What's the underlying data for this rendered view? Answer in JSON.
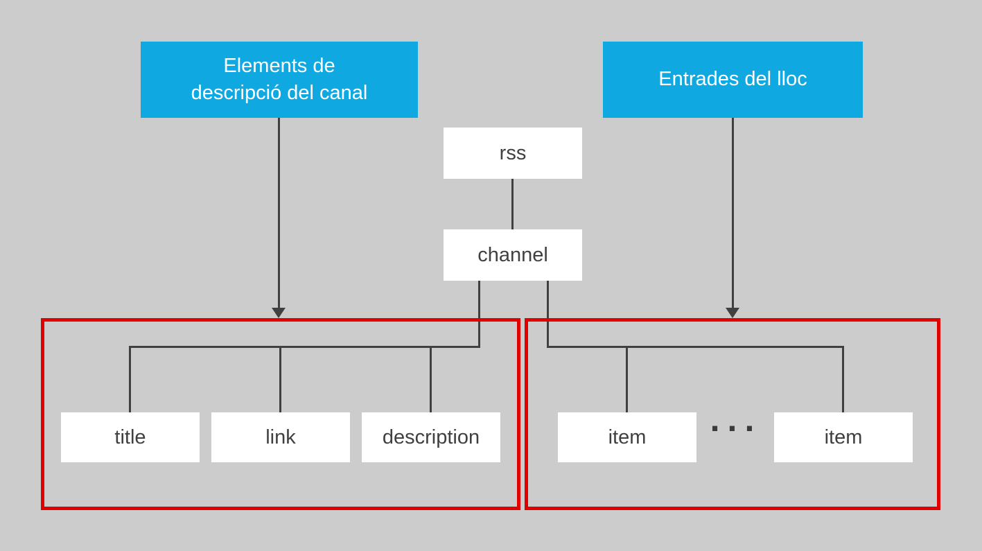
{
  "diagram_type": "tree",
  "language": "Catalan",
  "topic": "RSS document structure",
  "colors": {
    "background": "#cccccc",
    "header_node_fill": "#0fa8e1",
    "header_node_text": "#ffffff",
    "node_fill": "#ffffff",
    "node_text": "#404040",
    "connector": "#404040",
    "group_border": "#e00000"
  },
  "nodes": {
    "channel_description_header": {
      "label": "Elements de descripció del canal",
      "label_line1": "Elements de",
      "label_line2": "descripció del canal",
      "type": "header"
    },
    "site_entries_header": {
      "label": "Entrades del lloc",
      "type": "header"
    },
    "rss": {
      "label": "rss",
      "type": "element"
    },
    "channel": {
      "label": "channel",
      "type": "element"
    },
    "title": {
      "label": "title",
      "type": "element"
    },
    "link": {
      "label": "link",
      "type": "element"
    },
    "description": {
      "label": "description",
      "type": "element"
    },
    "item_first": {
      "label": "item",
      "type": "element"
    },
    "item_last": {
      "label": "item",
      "type": "element"
    },
    "ellipsis": {
      "label": "...",
      "type": "continuation"
    }
  },
  "groups": {
    "channel_elements_group": {
      "members": [
        "title",
        "link",
        "description"
      ],
      "pointed_by": "channel_description_header"
    },
    "site_entries_group": {
      "members": [
        "item_first",
        "ellipsis",
        "item_last"
      ],
      "pointed_by": "site_entries_header"
    }
  },
  "edges": [
    {
      "from": "rss",
      "to": "channel",
      "style": "line"
    },
    {
      "from": "channel",
      "to": "title",
      "style": "elbow"
    },
    {
      "from": "channel",
      "to": "link",
      "style": "elbow"
    },
    {
      "from": "channel",
      "to": "description",
      "style": "elbow"
    },
    {
      "from": "channel",
      "to": "item_first",
      "style": "elbow"
    },
    {
      "from": "channel",
      "to": "item_last",
      "style": "elbow"
    },
    {
      "from": "channel_description_header",
      "to": "channel_elements_group",
      "style": "arrow"
    },
    {
      "from": "site_entries_header",
      "to": "site_entries_group",
      "style": "arrow"
    }
  ]
}
